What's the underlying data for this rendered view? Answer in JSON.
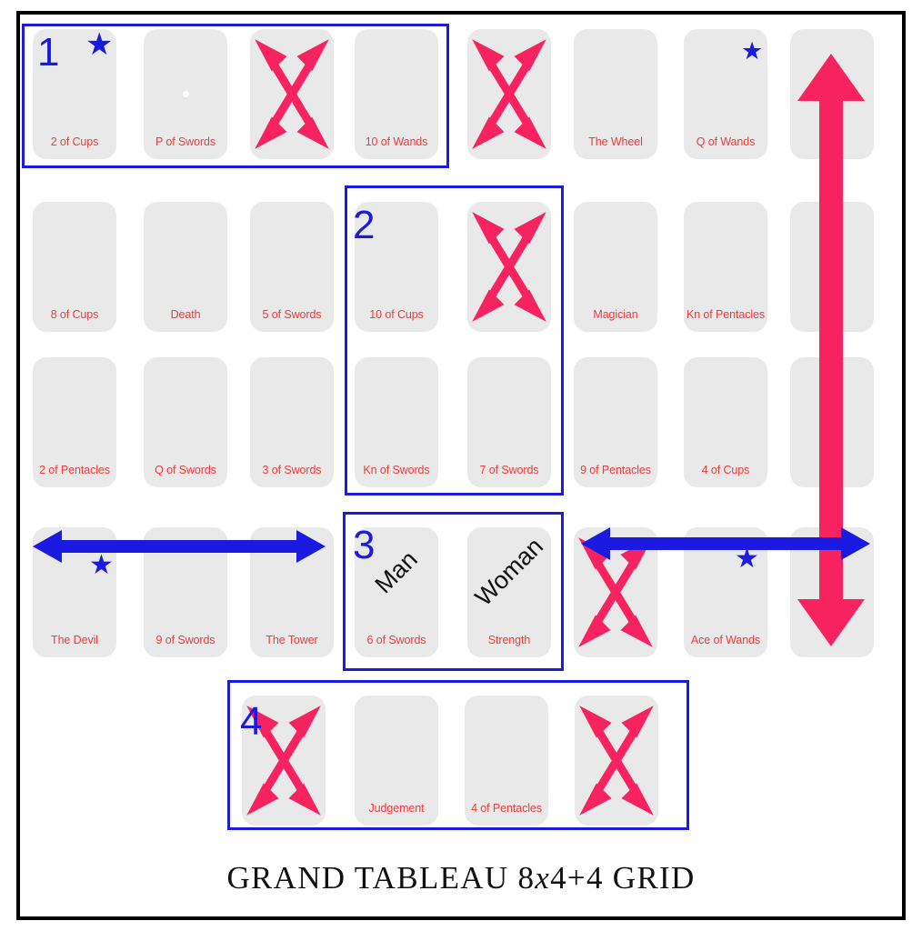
{
  "title": {
    "text_before": "GRAND TABLEAU 8",
    "x": "x",
    "text_after": "4+4 GRID",
    "full": "GRAND TABLEAU 8x4+4 GRID"
  },
  "colors": {
    "card_fill": "#e9e9e9",
    "card_label": "#ef3b3b",
    "group_blue": "#1a1ae0",
    "arrow_pink": "#f5: 0",
    "pink": "#f72360",
    "frame": "#000000"
  },
  "grid": {
    "columns": 8,
    "rows": 4,
    "extra_cards": 4,
    "layout_name": "8x4+4"
  },
  "groups": [
    {
      "number": "1",
      "cards": [
        "2 of Cups",
        "P of Swords",
        "",
        "10 of Wands"
      ]
    },
    {
      "number": "2",
      "cards": [
        "10 of Cups",
        "",
        "Kn of Swords",
        "7 of Swords"
      ]
    },
    {
      "number": "3",
      "cards": [
        "6 of Swords",
        "Strength"
      ]
    },
    {
      "number": "4",
      "cards": [
        "",
        "Judgement",
        "4 of Pentacles",
        ""
      ]
    }
  ],
  "rows": [
    {
      "index": 1,
      "cards": [
        {
          "label": "2 of Cups",
          "star": true,
          "dot": false,
          "cross": false,
          "role": ""
        },
        {
          "label": "P of Swords",
          "star": false,
          "dot": true,
          "cross": false,
          "role": ""
        },
        {
          "label": "",
          "star": false,
          "dot": false,
          "cross": true,
          "role": ""
        },
        {
          "label": "10 of Wands",
          "star": false,
          "dot": false,
          "cross": false,
          "role": ""
        },
        {
          "label": "",
          "star": false,
          "dot": false,
          "cross": true,
          "role": ""
        },
        {
          "label": "The Wheel",
          "star": false,
          "dot": false,
          "cross": false,
          "role": ""
        },
        {
          "label": "Q of Wands",
          "star": true,
          "dot": false,
          "cross": false,
          "role": ""
        },
        {
          "label": "",
          "star": false,
          "dot": false,
          "cross": false,
          "role": ""
        }
      ]
    },
    {
      "index": 2,
      "cards": [
        {
          "label": "8 of Cups",
          "star": false,
          "dot": false,
          "cross": false,
          "role": ""
        },
        {
          "label": "Death",
          "star": false,
          "dot": false,
          "cross": false,
          "role": ""
        },
        {
          "label": "5 of Swords",
          "star": false,
          "dot": false,
          "cross": false,
          "role": ""
        },
        {
          "label": "10 of Cups",
          "star": false,
          "dot": false,
          "cross": false,
          "role": ""
        },
        {
          "label": "",
          "star": false,
          "dot": false,
          "cross": true,
          "role": ""
        },
        {
          "label": "Magician",
          "star": false,
          "dot": false,
          "cross": false,
          "role": ""
        },
        {
          "label": "Kn of Pentacles",
          "star": false,
          "dot": false,
          "cross": false,
          "role": ""
        },
        {
          "label": "",
          "star": false,
          "dot": false,
          "cross": false,
          "role": ""
        }
      ]
    },
    {
      "index": 3,
      "cards": [
        {
          "label": "2 of Pentacles",
          "star": false,
          "dot": false,
          "cross": false,
          "role": ""
        },
        {
          "label": "Q of Swords",
          "star": false,
          "dot": false,
          "cross": false,
          "role": ""
        },
        {
          "label": "3 of Swords",
          "star": false,
          "dot": false,
          "cross": false,
          "role": ""
        },
        {
          "label": "Kn of Swords",
          "star": false,
          "dot": false,
          "cross": false,
          "role": ""
        },
        {
          "label": "7 of Swords",
          "star": false,
          "dot": false,
          "cross": false,
          "role": ""
        },
        {
          "label": "9 of Pentacles",
          "star": false,
          "dot": false,
          "cross": false,
          "role": ""
        },
        {
          "label": "4 of Cups",
          "star": false,
          "dot": false,
          "cross": false,
          "role": ""
        },
        {
          "label": "",
          "star": false,
          "dot": false,
          "cross": false,
          "role": ""
        }
      ]
    },
    {
      "index": 4,
      "cards": [
        {
          "label": "The Devil",
          "star": true,
          "dot": false,
          "cross": false,
          "role": ""
        },
        {
          "label": "9 of Swords",
          "star": false,
          "dot": false,
          "cross": false,
          "role": ""
        },
        {
          "label": "The Tower",
          "star": false,
          "dot": false,
          "cross": false,
          "role": ""
        },
        {
          "label": "6 of Swords",
          "star": false,
          "dot": false,
          "cross": false,
          "role": "Man"
        },
        {
          "label": "Strength",
          "star": false,
          "dot": false,
          "cross": false,
          "role": "Woman"
        },
        {
          "label": "",
          "star": false,
          "dot": false,
          "cross": true,
          "role": ""
        },
        {
          "label": "Ace of Wands",
          "star": true,
          "dot": false,
          "cross": false,
          "role": ""
        },
        {
          "label": "",
          "star": false,
          "dot": false,
          "cross": false,
          "role": ""
        }
      ]
    },
    {
      "index": 5,
      "cards": [
        {
          "label": "",
          "star": false,
          "dot": false,
          "cross": true,
          "role": ""
        },
        {
          "label": "Judgement",
          "star": false,
          "dot": false,
          "cross": false,
          "role": ""
        },
        {
          "label": "4 of Pentacles",
          "star": false,
          "dot": false,
          "cross": false,
          "role": ""
        },
        {
          "label": "",
          "star": false,
          "dot": false,
          "cross": true,
          "role": ""
        }
      ]
    }
  ],
  "markers": {
    "star_glyph": "★",
    "stars": [
      {
        "name": "star-row1-col1"
      },
      {
        "name": "star-row1-col7"
      },
      {
        "name": "star-row4-col1"
      },
      {
        "name": "star-row4-col7"
      }
    ]
  },
  "arrows": {
    "vertical_pink": {
      "name": "vertical-double-arrow",
      "direction": "up-down",
      "color": "#f72360"
    },
    "horizontal_blue_left": {
      "name": "horizontal-double-arrow-left",
      "direction": "left-right",
      "color": "#1a1ae0"
    },
    "horizontal_blue_right": {
      "name": "horizontal-double-arrow-right",
      "direction": "left-right",
      "color": "#1a1ae0"
    },
    "cross_pink": {
      "name": "cross-double-arrow",
      "color": "#f72360"
    }
  }
}
